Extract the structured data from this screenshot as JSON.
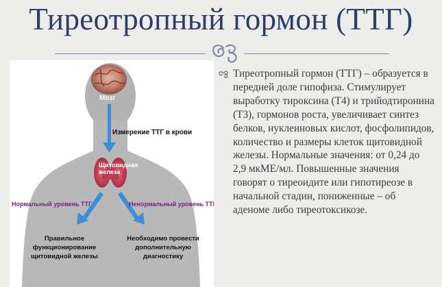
{
  "slide": {
    "title": "Тиреотропный гормон (ТТГ)",
    "bullet_text": "Тиреотропный гормон (ТТГ) – образуется в передней доле гипофиза. Стимулирует выработку тироксина (Т4) и трийодтиронина (Т3), гормонов роста, увеличивает синтез белков, нуклеиновых кислот, фосфолипидов, количество и размеры клеток щитовидной железы. Нормальные значения: от 0,24 до 2,9 мкМЕ/мл. Повышенные значения говорят о тиреоидите или гипотиреозе в начальной стадии, пониженные – об аденоме либо тиреотоксикозе."
  },
  "diagram": {
    "brain_label": "Мозг",
    "measure_label": "Измерение ТТГ в крови",
    "thyroid_label": "Щитовидная железа",
    "normal_label": "Нормальный уровень ТТГ",
    "abnormal_label": "Ненормальный уровень ТТГ",
    "normal_result": "Правильное функционирование щитовидной железы",
    "abnormal_result": "Необходимо провести дополнительную диагностику"
  },
  "colors": {
    "title": "#2d3f66",
    "body_text": "#3b3b3b",
    "background": "#ededeb",
    "silhouette": "#b5b5b5",
    "arrow": "#3b8ed8",
    "accent_labels": "#7a1f8e",
    "thyroid": "#c8485a"
  },
  "icons": {
    "title_flourish": "flourish-icon",
    "bullet": "bullet-flourish-icon"
  }
}
